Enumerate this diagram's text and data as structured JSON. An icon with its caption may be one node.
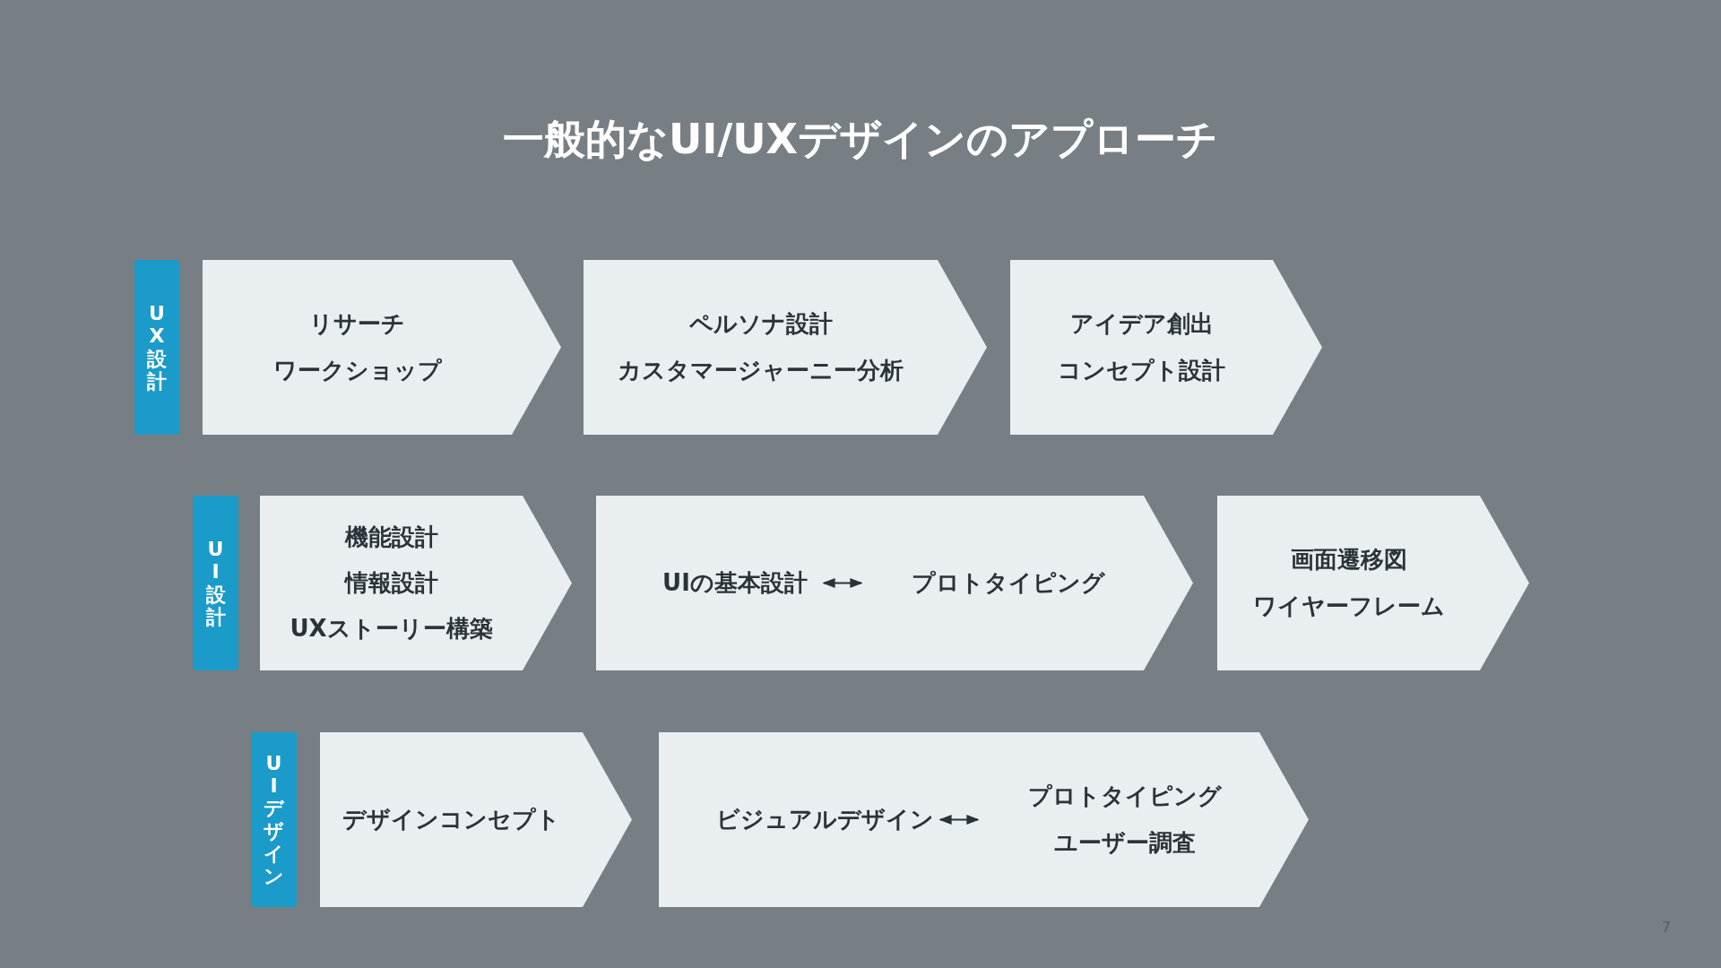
{
  "diagram": {
    "title": "一般的なUI/UXデザインのアプローチ",
    "nodes": [
      {
        "text": [
          "UX設計"
        ]
      },
      {
        "text": [
          "リサーチ",
          "ワークショップ"
        ]
      },
      {
        "text": [
          "ペルソナ設計",
          "カスタマージャーニー分析"
        ]
      },
      {
        "text": [
          "アイデア創出",
          "コンセプト設計"
        ]
      },
      {
        "text": [
          "UI設計"
        ]
      },
      {
        "text": [
          "機能設計",
          "情報設計",
          "UXストーリー構築"
        ]
      },
      {
        "text": [],
        "shape": "chevron"
      },
      {
        "text": [
          "UIの基本設計"
        ],
        "in": 6
      },
      {
        "text": [
          "プロトタイピング"
        ],
        "in": 6
      },
      {
        "text": [
          "画面遷移図",
          "ワイヤーフレーム"
        ]
      },
      {
        "text": [
          "UIデザイン"
        ]
      },
      {
        "text": [
          "デザインコンセプト"
        ]
      },
      {
        "text": [],
        "shape": "chevron"
      },
      {
        "text": [
          "ビジュアルデザイン"
        ],
        "in": 12
      },
      {
        "text": [
          "プロトタイピング",
          "ユーザー調査"
        ],
        "in": 12
      }
    ],
    "edges": [
      {
        "from": 7,
        "to": 8,
        "arrow": "both"
      },
      {
        "from": 13,
        "to": 14,
        "arrow": "both"
      }
    ],
    "labels": [
      "7"
    ]
  }
}
